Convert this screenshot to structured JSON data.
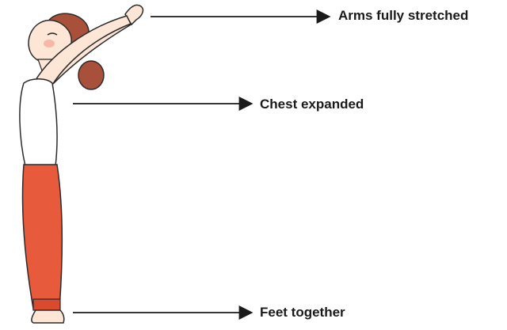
{
  "labels": {
    "arms": "Arms fully stretched",
    "chest": "Chest expanded",
    "feet": "Feet together"
  },
  "colors": {
    "arrow": "#1a1a1a",
    "pants": "#e85a3c",
    "hair": "#a8503a",
    "skin": "#fde6d6",
    "shirt": "#ffffff",
    "outline": "#2b2b2b"
  }
}
